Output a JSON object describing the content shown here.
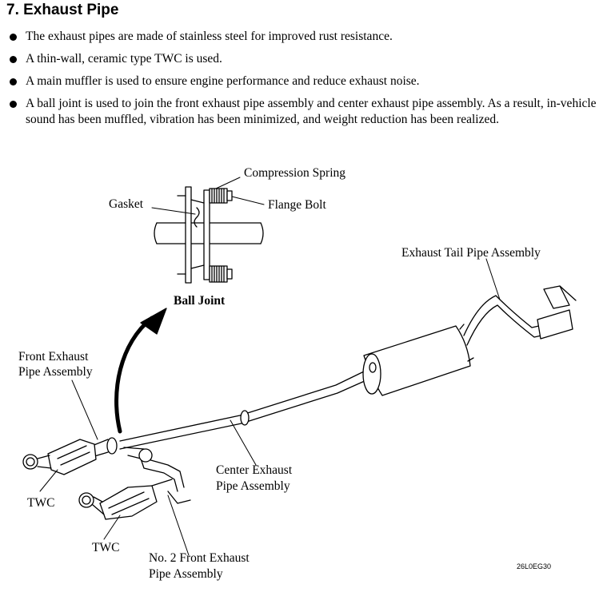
{
  "section": {
    "title": "7. Exhaust Pipe"
  },
  "bullets": [
    "The exhaust pipes are made of stainless steel for improved rust resistance.",
    "A thin-wall, ceramic type TWC is used.",
    "A main muffler is used to ensure engine performance and reduce exhaust noise.",
    "A ball joint is used to join the front exhaust pipe assembly and center exhaust pipe assembly. As a result, in-vehicle sound has been muffled, vibration has been minimized, and weight reduction has been realized."
  ],
  "figure": {
    "labels": {
      "compression_spring": "Compression Spring",
      "gasket": "Gasket",
      "flange_bolt": "Flange Bolt",
      "ball_joint": "Ball Joint",
      "exhaust_tail_pipe": "Exhaust Tail Pipe Assembly",
      "front_exhaust_1": "Front Exhaust",
      "front_exhaust_2": "Pipe Assembly",
      "center_exhaust_1": "Center Exhaust",
      "center_exhaust_2": "Pipe Assembly",
      "twc_1": "TWC",
      "twc_2": "TWC",
      "no2_front_1": "No. 2 Front Exhaust",
      "no2_front_2": "Pipe Assembly"
    },
    "code": "26L0EG30"
  }
}
